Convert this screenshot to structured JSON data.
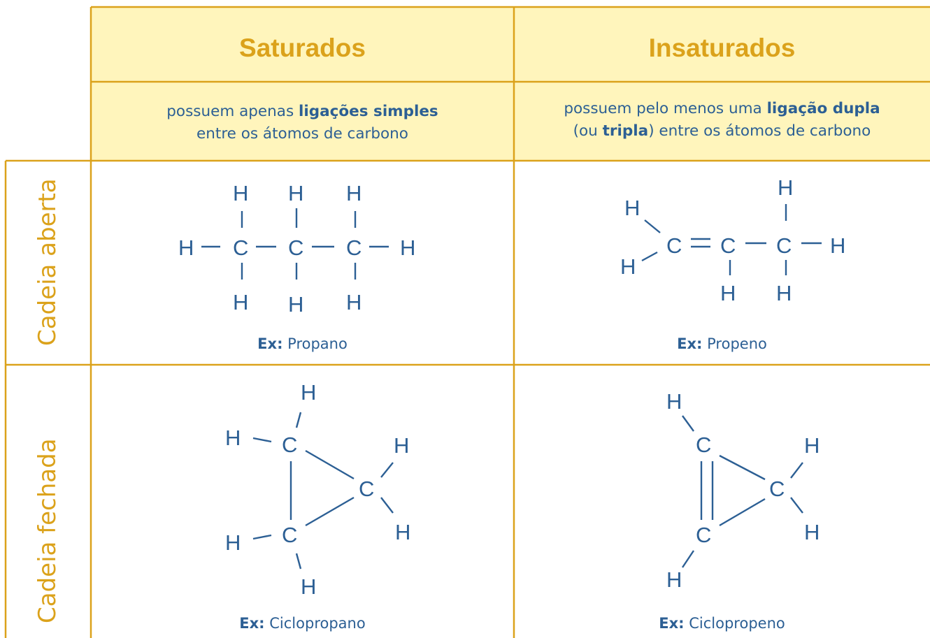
{
  "columns": [
    {
      "title": "Saturados",
      "description": {
        "pre": "possuem apenas ",
        "bold": "ligações simples",
        "post": "entre os átomos de carbono"
      }
    },
    {
      "title": "Insaturados",
      "description": {
        "line1_pre": "possuem pelo menos uma ",
        "line1_bold": "ligação dupla",
        "line2_open": "(ou ",
        "line2_bold": "tripla",
        "line2_post": ") entre os átomos de carbono"
      }
    }
  ],
  "rows": [
    {
      "label": "Cadeia aberta"
    },
    {
      "label": "Cadeia fechada"
    }
  ],
  "examples": {
    "ex_label": "Ex:",
    "propano": "Propano",
    "propeno": "Propeno",
    "ciclopropano": "Ciclopropano",
    "ciclopropeno": "Ciclopropeno"
  },
  "atoms": {
    "carbon": "C",
    "hydrogen": "H"
  },
  "colors": {
    "gold": "#dba21b",
    "header_fill": "#fff5bc",
    "text_blue": "#2c5f94"
  }
}
